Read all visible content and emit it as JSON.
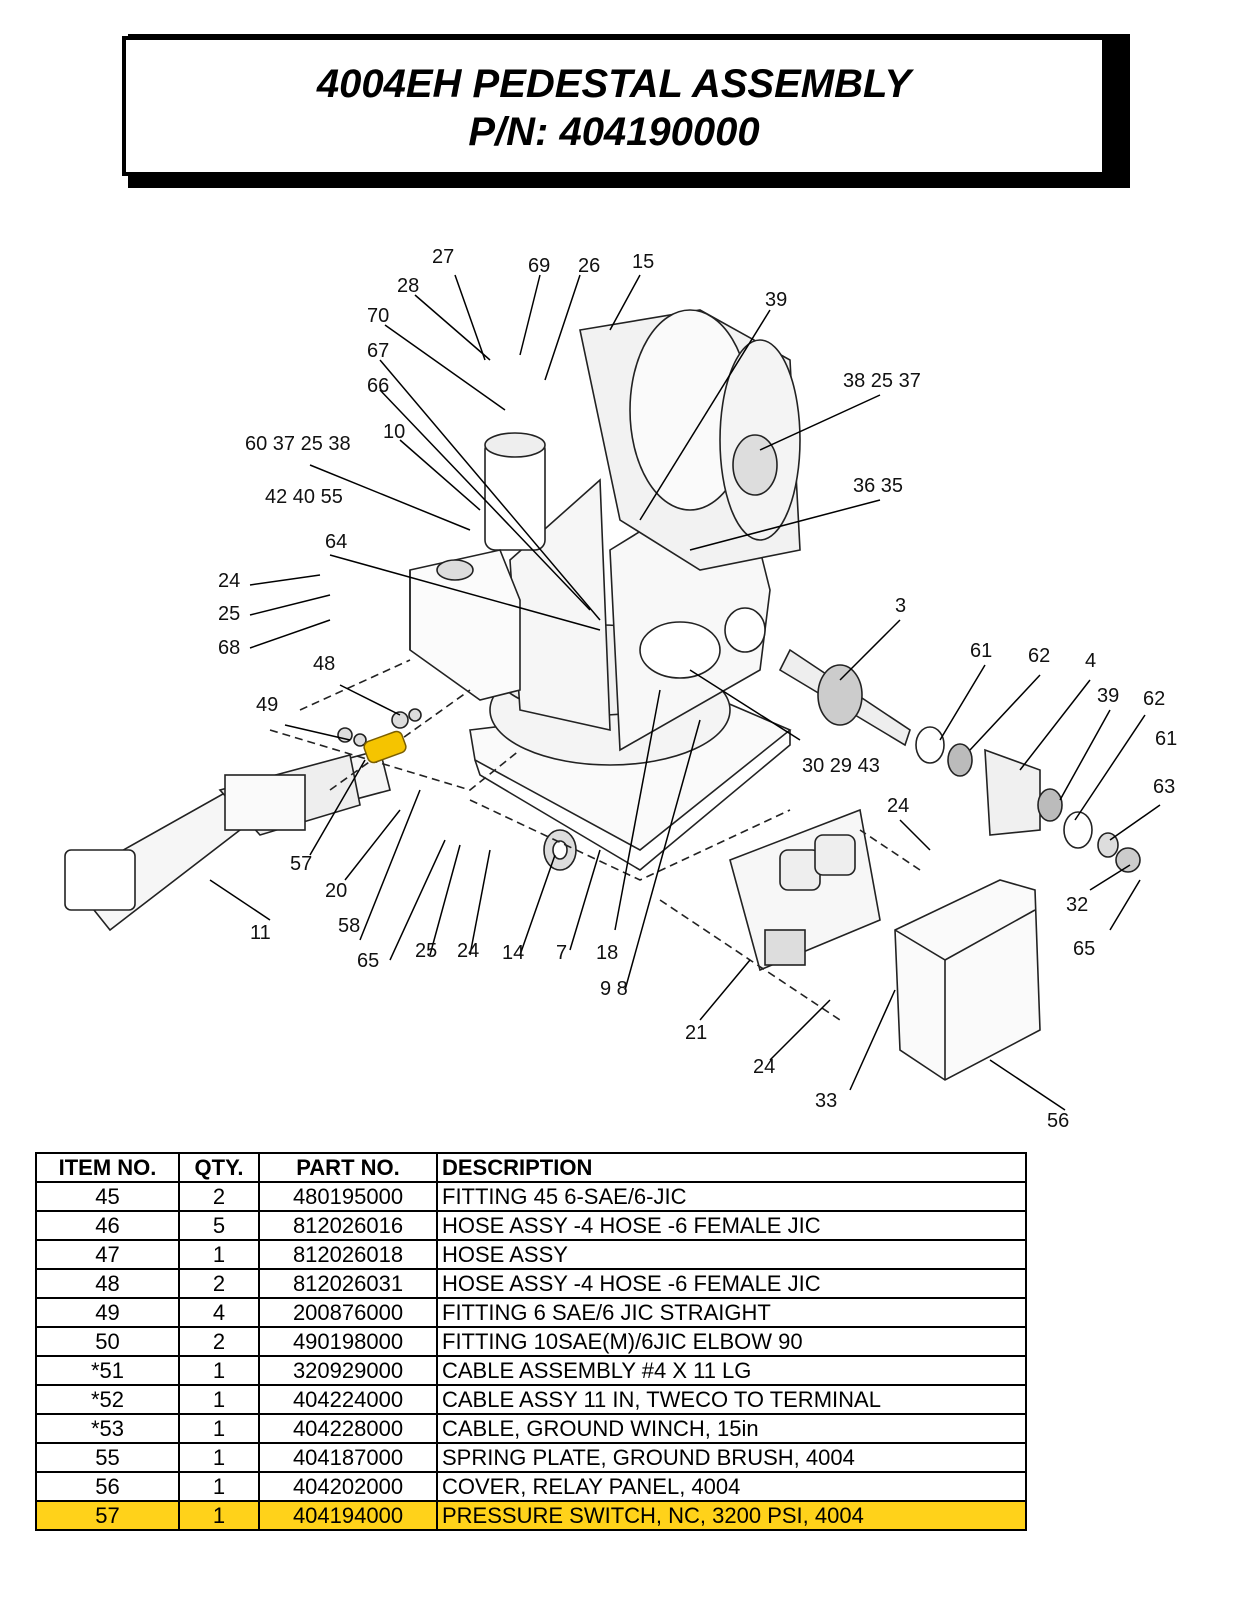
{
  "title": {
    "line1": "4004EH PEDESTAL ASSEMBLY",
    "line2": "P/N: 404190000"
  },
  "callouts": [
    "27",
    "69",
    "26",
    "15",
    "28",
    "70",
    "39",
    "67",
    "66",
    "38 25 37",
    "10",
    "60 37 25 38",
    "42 40 55",
    "36 35",
    "64",
    "24",
    "25",
    "68",
    "3",
    "61",
    "62",
    "4",
    "48",
    "39",
    "62",
    "49",
    "61",
    "63",
    "30 29 43",
    "24",
    "57",
    "20",
    "58",
    "65",
    "25",
    "24",
    "14",
    "7",
    "18",
    "11",
    "9 8",
    "32",
    "65",
    "21",
    "24",
    "33",
    "56"
  ],
  "table": {
    "headers": [
      "ITEM NO.",
      "QTY.",
      "PART NO.",
      "DESCRIPTION"
    ],
    "rows": [
      {
        "item": "45",
        "qty": "2",
        "part": "480195000",
        "desc": "FITTING 45 6-SAE/6-JIC"
      },
      {
        "item": "46",
        "qty": "5",
        "part": "812026016",
        "desc": "HOSE ASSY -4 HOSE -6 FEMALE JIC"
      },
      {
        "item": "47",
        "qty": "1",
        "part": "812026018",
        "desc": "HOSE ASSY"
      },
      {
        "item": "48",
        "qty": "2",
        "part": "812026031",
        "desc": "HOSE ASSY -4 HOSE -6 FEMALE JIC"
      },
      {
        "item": "49",
        "qty": "4",
        "part": "200876000",
        "desc": "FITTING 6 SAE/6 JIC STRAIGHT"
      },
      {
        "item": "50",
        "qty": "2",
        "part": "490198000",
        "desc": "FITTING 10SAE(M)/6JIC  ELBOW 90"
      },
      {
        "item": "*51",
        "qty": "1",
        "part": "320929000",
        "desc": "CABLE ASSEMBLY #4 X 11 LG"
      },
      {
        "item": "*52",
        "qty": "1",
        "part": "404224000",
        "desc": "CABLE ASSY 11 IN, TWECO TO TERMINAL"
      },
      {
        "item": "*53",
        "qty": "1",
        "part": "404228000",
        "desc": "CABLE, GROUND WINCH, 15in"
      },
      {
        "item": "55",
        "qty": "1",
        "part": "404187000",
        "desc": "SPRING PLATE, GROUND BRUSH, 4004"
      },
      {
        "item": "56",
        "qty": "1",
        "part": "404202000",
        "desc": "COVER, RELAY PANEL, 4004"
      },
      {
        "item": "57",
        "qty": "1",
        "part": "404194000",
        "desc": "PRESSURE SWITCH, NC, 3200 PSI, 4004"
      }
    ]
  },
  "colors": {
    "highlight": "#ffd21a",
    "part_highlight": "#f5c400"
  }
}
